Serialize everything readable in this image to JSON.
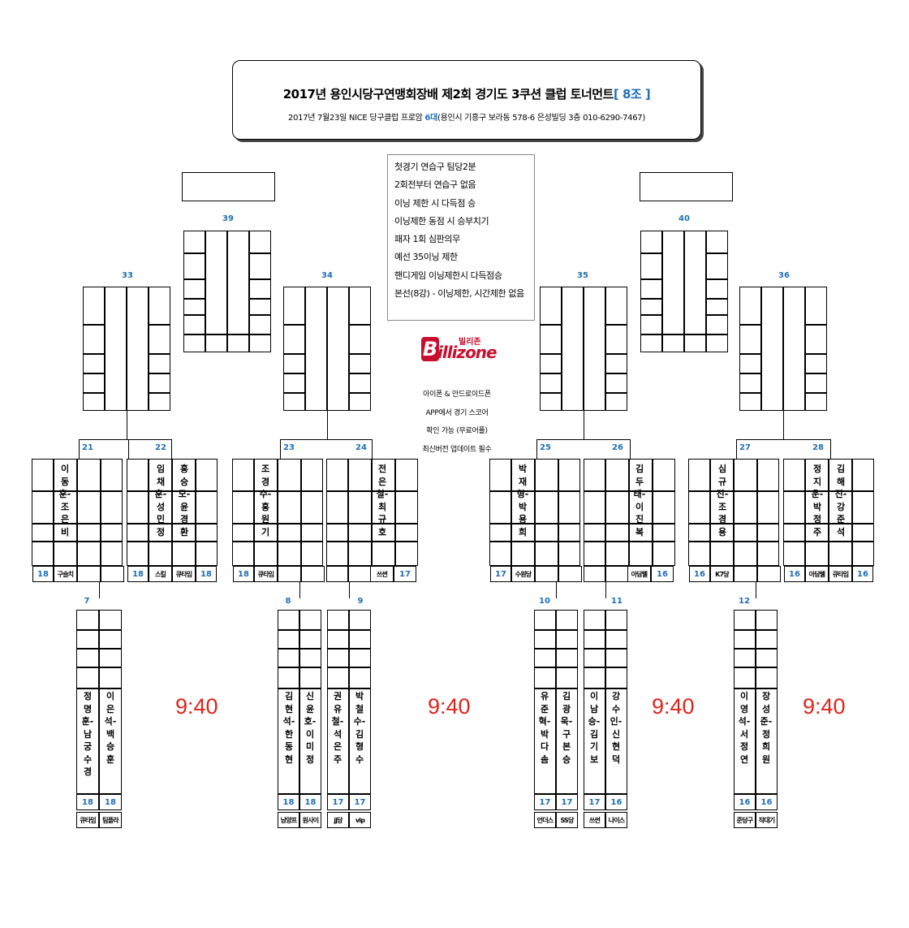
{
  "title": {
    "main": "2017년 용인시당구연맹회장배 제2회 경기도 3쿠션 클럽 토너먼트",
    "group": "[ 8조 ]",
    "sub_a": "2017년 7월23일 NICE 당구클럽 프로암 ",
    "sub_six": "6대",
    "sub_b": "(용인시 기흥구 보라동 578-6 은성빌딩 3층 010-6290-7467)"
  },
  "rules": [
    "첫경기 연습구 팀당2분",
    "2회전부터 연습구 없음",
    "이닝 제한 시 다득점 승",
    "이닝제한 동점 시 승부치기",
    "패자 1회 심판의무",
    "예선 35이닝 제한",
    "핸디게임 이닝제한시 다득점승",
    "본선(8강) - 이닝제한, 시간제한 없음"
  ],
  "logo": {
    "korean": "빌리존",
    "letter": "B",
    "text": "illizone"
  },
  "app_info": [
    "아이폰 & 안드로이드폰",
    "APP에서 경기 스코어",
    "확인 가능 (무료어플)",
    "최신버전 업데이트 필수"
  ],
  "round_numbers": {
    "m39": "39",
    "m40": "40",
    "m33": "33",
    "m34": "34",
    "m35": "35",
    "m36": "36",
    "m21": "21",
    "m22": "22",
    "m23": "23",
    "m24": "24",
    "m25": "25",
    "m26": "26",
    "m27": "27",
    "m28": "28",
    "m7": "7",
    "m8": "8",
    "m9": "9",
    "m10": "10",
    "m11": "11",
    "m12": "12"
  },
  "round21": [
    {
      "name": "이동훈-조은비",
      "score": "18",
      "club": "구슬치"
    },
    {
      "name": "",
      "score": "",
      "club": ""
    }
  ],
  "round22": [
    {
      "name": "임채훈-성민정",
      "score": "18",
      "club": "스킬"
    },
    {
      "name": "홍승모-윤경환",
      "score": "18",
      "club": "큐타임"
    }
  ],
  "round23": [
    {
      "name": "조경수-홍원기",
      "score": "18",
      "club": "큐타임"
    },
    {
      "name": "",
      "score": "",
      "club": ""
    }
  ],
  "round24": [
    {
      "name": "",
      "score": "",
      "club": ""
    },
    {
      "name": "전은철-최규호",
      "score": "17",
      "club": "쓰썬"
    }
  ],
  "round25": [
    {
      "name": "박재형-박용희",
      "score": "17",
      "club": "수원당"
    },
    {
      "name": "",
      "score": "",
      "club": ""
    }
  ],
  "round26": [
    {
      "name": "",
      "score": "",
      "club": ""
    },
    {
      "name": "김두태-이진복",
      "score": "16",
      "club": "아담웰"
    }
  ],
  "round27": [
    {
      "name": "심규진-조경용",
      "score": "16",
      "club": "K7당"
    },
    {
      "name": "",
      "score": "",
      "club": ""
    }
  ],
  "round28": [
    {
      "name": "정지운-박정주",
      "score": "16",
      "club": "아담웰"
    },
    {
      "name": "김해진-강준석",
      "score": "16",
      "club": "큐타임"
    }
  ],
  "round7": [
    {
      "name": "정명훈-남궁수경",
      "score": "18",
      "club": "큐타임"
    },
    {
      "name": "이은석-백승훈",
      "score": "18",
      "club": "팀플라"
    }
  ],
  "round8": [
    {
      "name": "김현석-한동현",
      "score": "18",
      "club": "남양프"
    },
    {
      "name": "신윤호-이미정",
      "score": "18",
      "club": "원사이"
    }
  ],
  "round9": [
    {
      "name": "권유철-석은주",
      "score": "17",
      "club": "jj당"
    },
    {
      "name": "박철수-김형수",
      "score": "17",
      "club": "vip"
    }
  ],
  "round10": [
    {
      "name": "유준혁-박다솜",
      "score": "17",
      "club": "언더스"
    },
    {
      "name": "김광욱-구본승",
      "score": "17",
      "club": "SS당"
    }
  ],
  "round11": [
    {
      "name": "이남승-김기보",
      "score": "17",
      "club": "쓰썬"
    },
    {
      "name": "강수인-신현덕",
      "score": "16",
      "club": "나이스"
    }
  ],
  "round12": [
    {
      "name": "이영석-서정연",
      "score": "16",
      "club": "준당구"
    },
    {
      "name": "장성준-정희원",
      "score": "16",
      "club": "작대기"
    }
  ],
  "times": {
    "t1": "9:40",
    "t2": "9:40",
    "t3": "9:40",
    "t4": "9:40"
  },
  "colors": {
    "accent_blue": "#1f6fb5",
    "time_red": "#e0231a",
    "logo_red": "#c8102e"
  }
}
